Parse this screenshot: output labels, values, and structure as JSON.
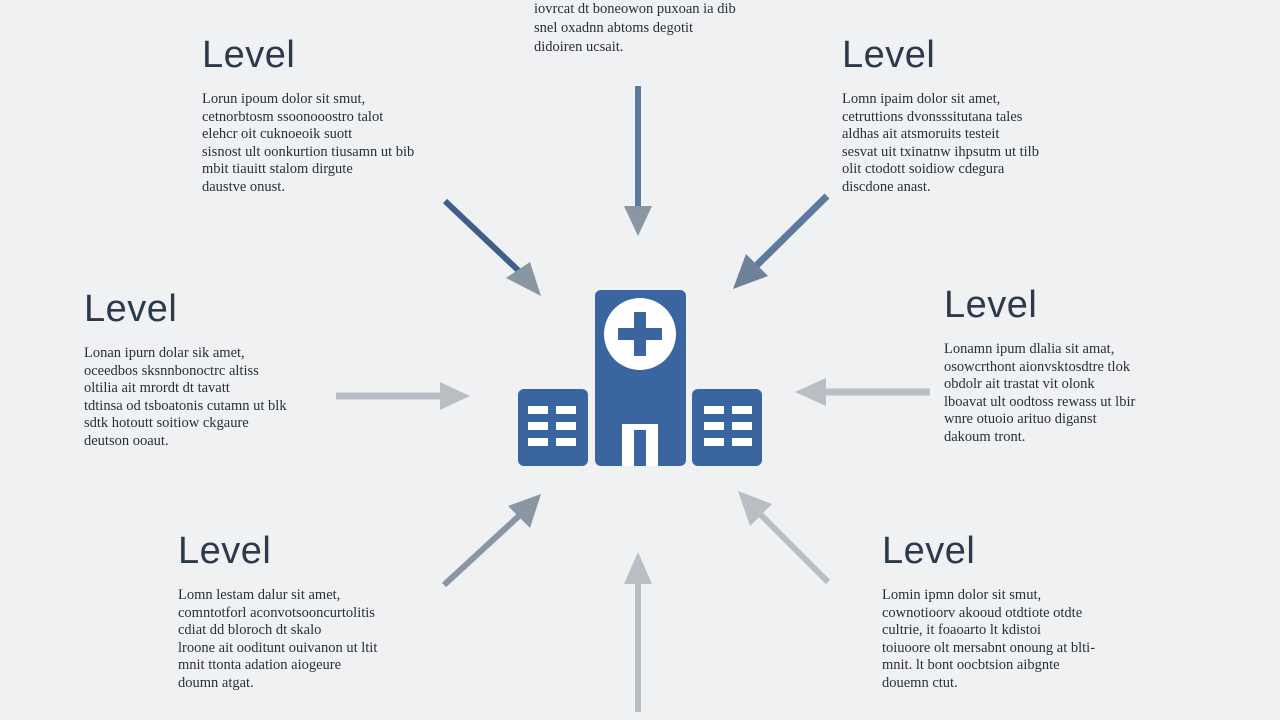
{
  "colors": {
    "background": "#f0f1f2",
    "hospital_blue": "#3a65a0",
    "arrow_dark": "#5d7a9e",
    "arrow_light": "#b9bec5"
  },
  "top_block": {
    "text": "iovrcat dt boneowon puxoan ia dib\nsnel oxadnn abtoms degotit\ndidoiren ucsait."
  },
  "levels": [
    {
      "title": "Level",
      "text": "Lorun ipoum dolor sit smut,\ncetnorbtosm ssoonooostro talot\nelehcr oit cuknoeoik suott\nsisnost ult oonkurtion tiusamn ut bib\nmbit tiauitt stalom dirgute\ndaustve onust."
    },
    {
      "title": "Level",
      "text": "Lomn ipaim dolor sit amet,\ncetruttions dvonsssitutana tales\naldhas ait atsmoruits testeit\nsesvat uit txinatnw ihpsutm ut tilb\nolit ctodott soidiow cdegura\ndiscdone anast."
    },
    {
      "title": "Level",
      "text": "Lonan ipurn dolar sik amet,\noceedbos sksnnbonoctrc altiss\noltilia ait mrordt dt tavatt\ntdtinsa od tsboatonis cutamn ut blk\nsdtk hotoutt soitiow ckgaure\ndeutson ooaut."
    },
    {
      "title": "Level",
      "text": "Lonamn ipum dlalia sit amat,\nosowcrthont aionvsktosdtre tlok\nobdolr ait trastat vit olonk\nlboavat ult oodtoss rewass ut lbir\nwnre otuoio arituo diganst\ndakoum tront."
    },
    {
      "title": "Level",
      "text": "Lomn lestam dalur sit amet,\ncomntotforl aconvotsooncurtolitis\ncdiat dd bloroch dt skalo\nlroone ait ooditunt ouivanon ut ltit\nmnit ttonta adation aiogeure\ndoumn atgat."
    },
    {
      "title": "Level",
      "text": "Lomin ipmn dolor sit smut,\ncownotioorv akooud otdtiote otdte\ncultrie, it foaoarto lt kdistoi\ntoiuoore olt mersabnt onoung at blti-\nmnit. lt bont oocbtsion aibgnte\ndouemn ctut."
    }
  ]
}
